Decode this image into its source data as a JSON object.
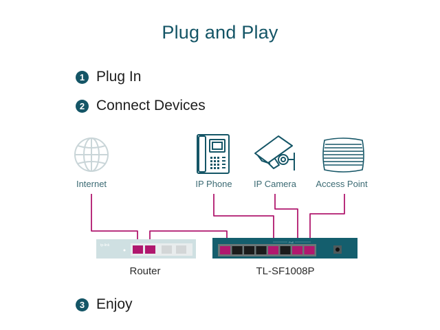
{
  "title": "Plug and Play",
  "steps": [
    {
      "number": "1",
      "label": "Plug In"
    },
    {
      "number": "2",
      "label": "Connect Devices"
    },
    {
      "number": "3",
      "label": "Enjoy"
    }
  ],
  "devices": [
    {
      "id": "internet",
      "label": "Internet",
      "icon": "globe-icon"
    },
    {
      "id": "ip_phone",
      "label": "IP Phone",
      "icon": "phone-icon"
    },
    {
      "id": "ip_camera",
      "label": "IP Camera",
      "icon": "camera-icon"
    },
    {
      "id": "access_point",
      "label": "Access Point",
      "icon": "access-point-icon"
    }
  ],
  "hardware": {
    "router": {
      "label": "Router",
      "brand": "tp-link",
      "ports": 4,
      "connected_ports": [
        1,
        2
      ]
    },
    "switch": {
      "label": "TL-SF1008P",
      "ports": 8,
      "connected_ports": [
        1,
        5,
        7,
        8
      ],
      "poe_label": "PoE"
    }
  },
  "colors": {
    "accent": "#145566",
    "cable": "#b0186e",
    "icon": "#c9d5d8",
    "icon_dark": "#145566",
    "switch_body": "#145e6d",
    "router_body": "#cfe0e2"
  }
}
